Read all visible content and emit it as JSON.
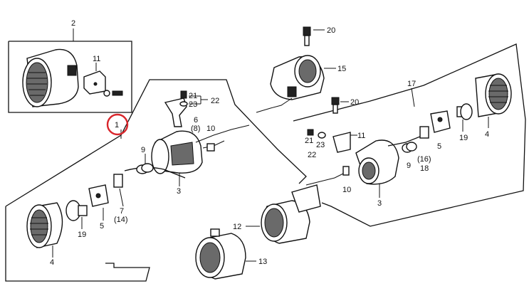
{
  "callouts": {
    "c1": "1",
    "c2": "2",
    "c3a": "3",
    "c3b": "3",
    "c4a": "4",
    "c4b": "4",
    "c5a": "5",
    "c5b": "5",
    "c6": "6",
    "c8": "(8)",
    "c7": "7",
    "c14": "(14)",
    "c9a": "9",
    "c9b": "9",
    "c10a": "10",
    "c10b": "10",
    "c11a": "11",
    "c11b": "11",
    "c12": "12",
    "c13": "13",
    "c15": "15",
    "c16": "(16)",
    "c17": "17",
    "c18": "18",
    "c19a": "19",
    "c19b": "19",
    "c20a": "20",
    "c20b": "20",
    "c21a": "21",
    "c21b": "21",
    "c22a": "22",
    "c22b": "22",
    "c23a": "23",
    "c23b": "23"
  },
  "highlight_color": "#d9262c"
}
